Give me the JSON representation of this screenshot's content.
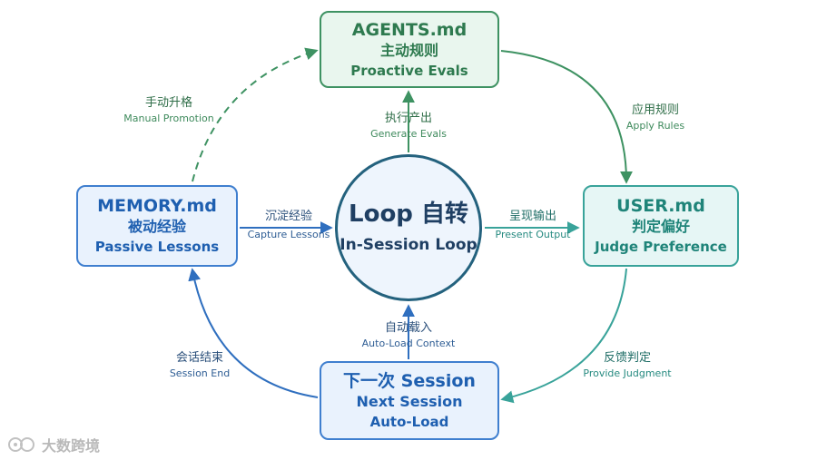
{
  "nodes": {
    "agents": {
      "title": "AGENTS.md",
      "zh": "主动规则",
      "en": "Proactive Evals"
    },
    "user": {
      "title": "USER.md",
      "zh": "判定偏好",
      "en": "Judge Preference"
    },
    "memory": {
      "title": "MEMORY.md",
      "zh": "被动经验",
      "en": "Passive Lessons"
    },
    "next": {
      "title": "下一次 Session",
      "zh": "Next Session",
      "en": "Auto-Load"
    },
    "center": {
      "title": "Loop 自转",
      "subtitle": "In-Session Loop"
    }
  },
  "edges": {
    "manual_promotion": {
      "zh": "手动升格",
      "en": "Manual Promotion"
    },
    "apply_rules": {
      "zh": "应用规则",
      "en": "Apply Rules"
    },
    "generate_evals": {
      "zh": "执行产出",
      "en": "Generate Evals"
    },
    "capture_lessons": {
      "zh": "沉淀经验",
      "en": "Capture Lessons"
    },
    "present_output": {
      "zh": "呈现输出",
      "en": "Present Output"
    },
    "auto_load": {
      "zh": "自动载入",
      "en": "Auto-Load Context"
    },
    "session_end": {
      "zh": "会话结束",
      "en": "Session End"
    },
    "provide_judgment": {
      "zh": "反馈判定",
      "en": "Provide Judgment"
    }
  },
  "watermark": {
    "text": "大数跨境"
  },
  "colors": {
    "green": "#3e9262",
    "teal": "#39a39a",
    "blue": "#3f7fcf",
    "center_border": "#24627e"
  }
}
